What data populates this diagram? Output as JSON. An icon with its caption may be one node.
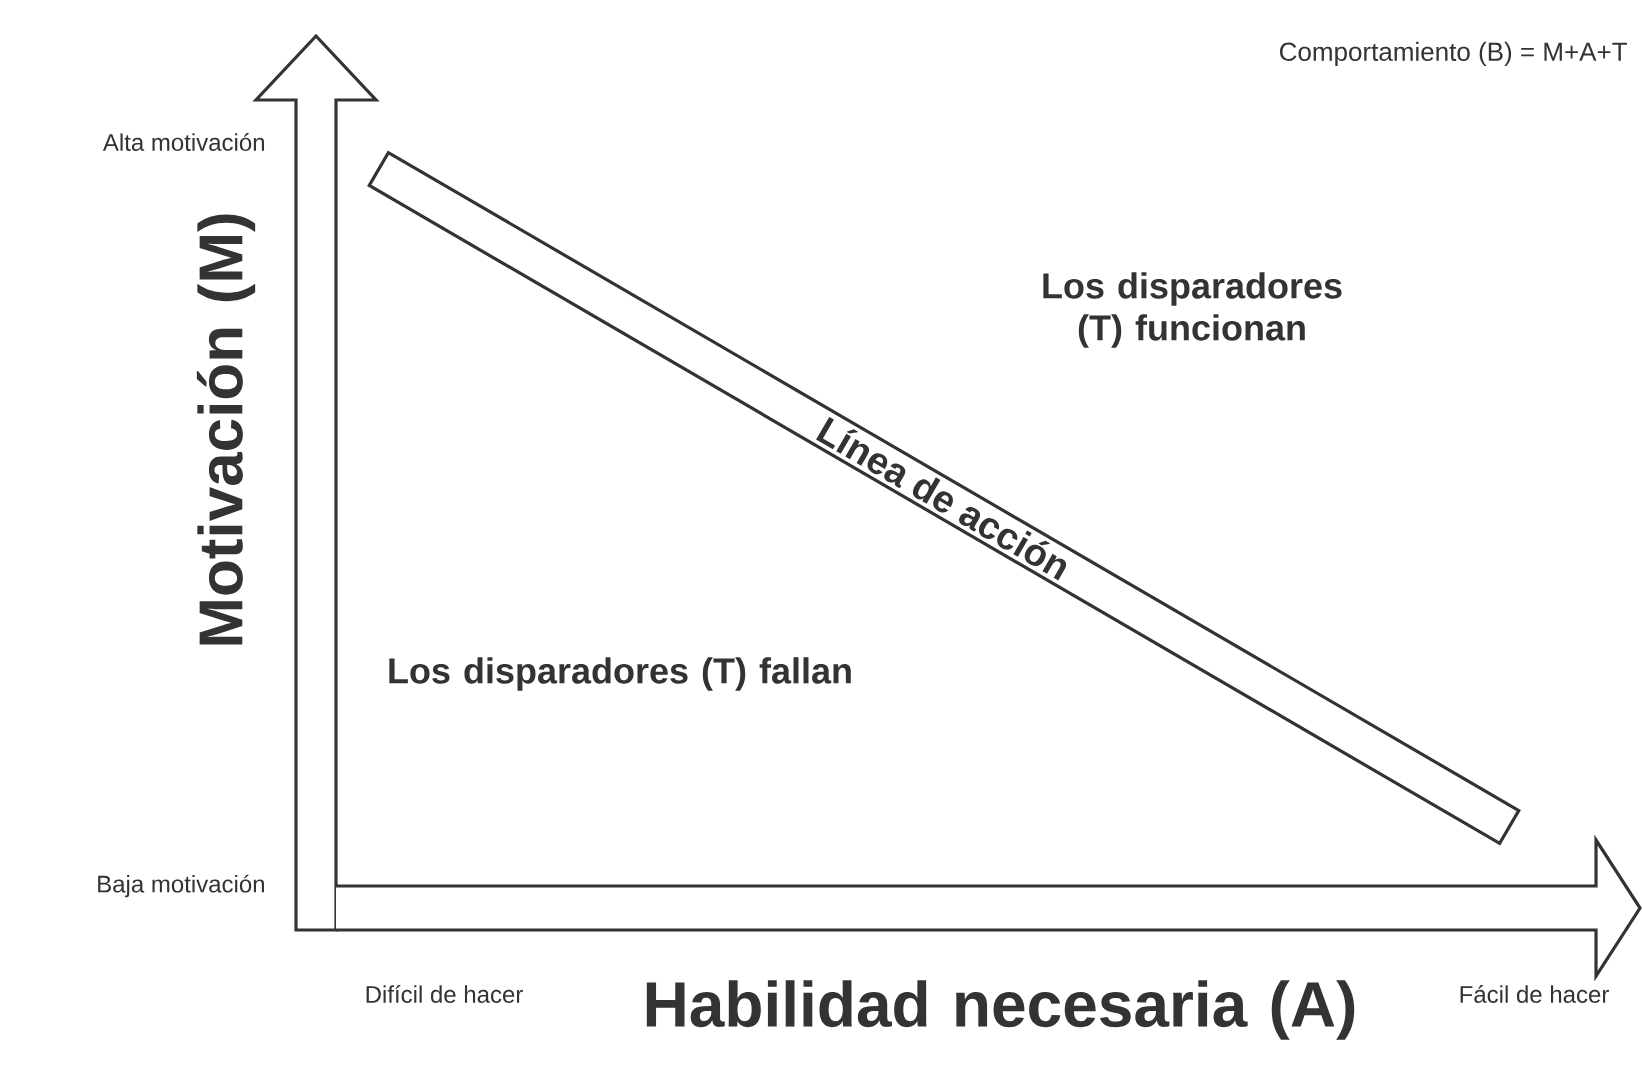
{
  "diagram": {
    "nodes": [
      {
        "text": [
          "Línea de acción"
        ]
      }
    ],
    "labels": [
      "Comportamiento (B) = M+A+T",
      "Alta motivación",
      "Los disparadores (T) funcionan",
      "Motivación (M)",
      "Los disparadores (T) fallan",
      "Baja motivación",
      "Difícil de hacer",
      "Habilidad necesaria (A)",
      "Fácil de hacer"
    ]
  }
}
